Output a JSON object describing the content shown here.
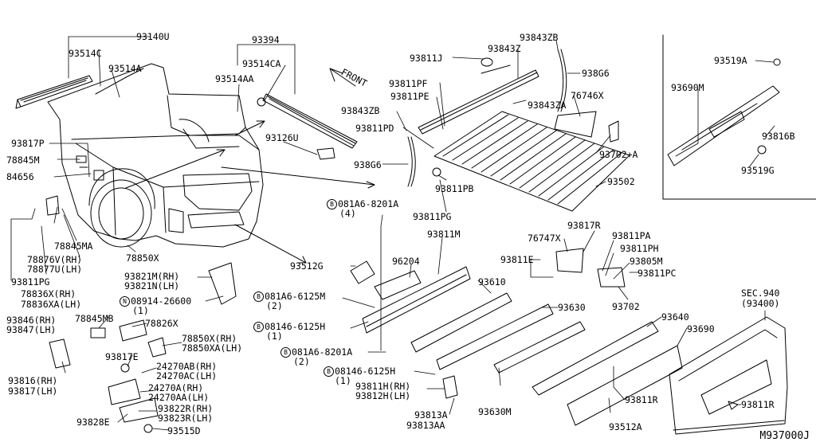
{
  "diagram": {
    "ref_code": "M937000J",
    "front_label": "FRONT",
    "labels": {
      "p93140U": "93140U",
      "p93514C": "93514C",
      "p93514A": "93514A",
      "p93394": "93394",
      "p93514CA": "93514CA",
      "p93514AA": "93514AA",
      "p93126U": "93126U",
      "p93817P": "93817P",
      "p78845M": "78845M",
      "p84656": "84656",
      "p78845MA": "78845MA",
      "p78876V": "78876V(RH)",
      "p78877U": "78877U(LH)",
      "p93811PG_l": "93811PG",
      "p78836X": "78836X(RH)",
      "p78836XA": "78836XA(LH)",
      "p78850X": "78850X",
      "p93846": "93846(RH)",
      "p93847": "93847(LH)",
      "p78845MB": "78845MB",
      "p78826X": "78826X",
      "p93816": "93816(RH)",
      "p93817": "93817(LH)",
      "p93821M": "93821M(RH)",
      "p93821N": "93821N(LH)",
      "p08914": "08914-26600",
      "p08914_q": "(1)",
      "p78850XR": "78850X(RH)",
      "p78850XA": "78850XA(LH)",
      "p93817E": "93817E",
      "p24270AB": "24270AB(RH)",
      "p24270AC": "24270AC(LH)",
      "p24270A": "24270A(RH)",
      "p24270AA": "24270AA(LH)",
      "p93822R": "93822R(RH)",
      "p93823R": "93823R(LH)",
      "p93828E": "93828E",
      "p93515D": "93515D",
      "p93811J": "93811J",
      "p93843Z": "93843Z",
      "p93843ZB_t": "93843ZB",
      "p938G6_r": "938G6",
      "p93811PF": "93811PF",
      "p93811PE": "93811PE",
      "p93843ZA": "93843ZA",
      "p76746X": "76746X",
      "p93843ZB_l": "93843ZB",
      "p93811PD": "93811PD",
      "p93702A": "93702+A",
      "p938G6_l": "938G6",
      "p93811PB": "93811PB",
      "p93502": "93502",
      "p081A6_8201A_t": "081A6-8201A",
      "p081A6_8201A_tq": "(4)",
      "p93811PG": "93811PG",
      "p93811M": "93811M",
      "p76747X": "76747X",
      "p93817R": "93817R",
      "p93811PA": "93811PA",
      "p93811E": "93811E",
      "p93811PH": "93811PH",
      "p93805M": "93805M",
      "p93811PC": "93811PC",
      "p93512G": "93512G",
      "p96204": "96204",
      "p93610": "93610",
      "p93702": "93702",
      "p081A6_6125M": "081A6-6125M",
      "p081A6_6125M_q": "(2)",
      "p93630": "93630",
      "p08146_6125H_a": "08146-6125H",
      "p08146_6125H_aq": "(1)",
      "p93640": "93640",
      "p93690_b": "93690",
      "p081A6_8201A_b": "081A6-8201A",
      "p081A6_8201A_bq": "(2)",
      "p08146_6125H_b": "08146-6125H",
      "p08146_6125H_bq": "(1)",
      "p93811H": "93811H(RH)",
      "p93812H": "93812H(LH)",
      "p93630M": "93630M",
      "p93813A": "93813A",
      "p93813AA": "93813AA",
      "p93811R_m": "93811R",
      "p93512A": "93512A",
      "p93811R_r": "93811R",
      "p SEC940": "SEC.940",
      "p93400": "(93400)",
      "p93519A": "93519A",
      "p93690M": "93690M",
      "p93816B": "93816B",
      "p93519G": "93519G"
    },
    "circle_letters": {
      "b": "B",
      "n": "N"
    }
  }
}
